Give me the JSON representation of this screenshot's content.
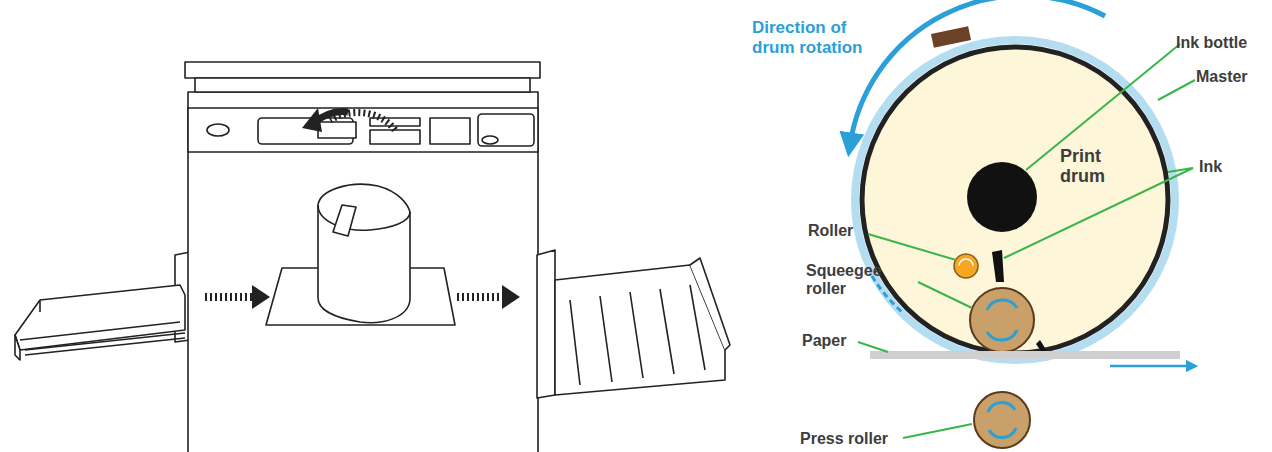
{
  "diagram": {
    "nodes": [
      {
        "text": [
          "Print drum"
        ]
      }
    ],
    "labels": [
      "Direction of drum rotation",
      "Ink bottle",
      "Master",
      "Ink",
      "Roller",
      "Squeegee roller",
      "Paper",
      "Press roller"
    ]
  }
}
